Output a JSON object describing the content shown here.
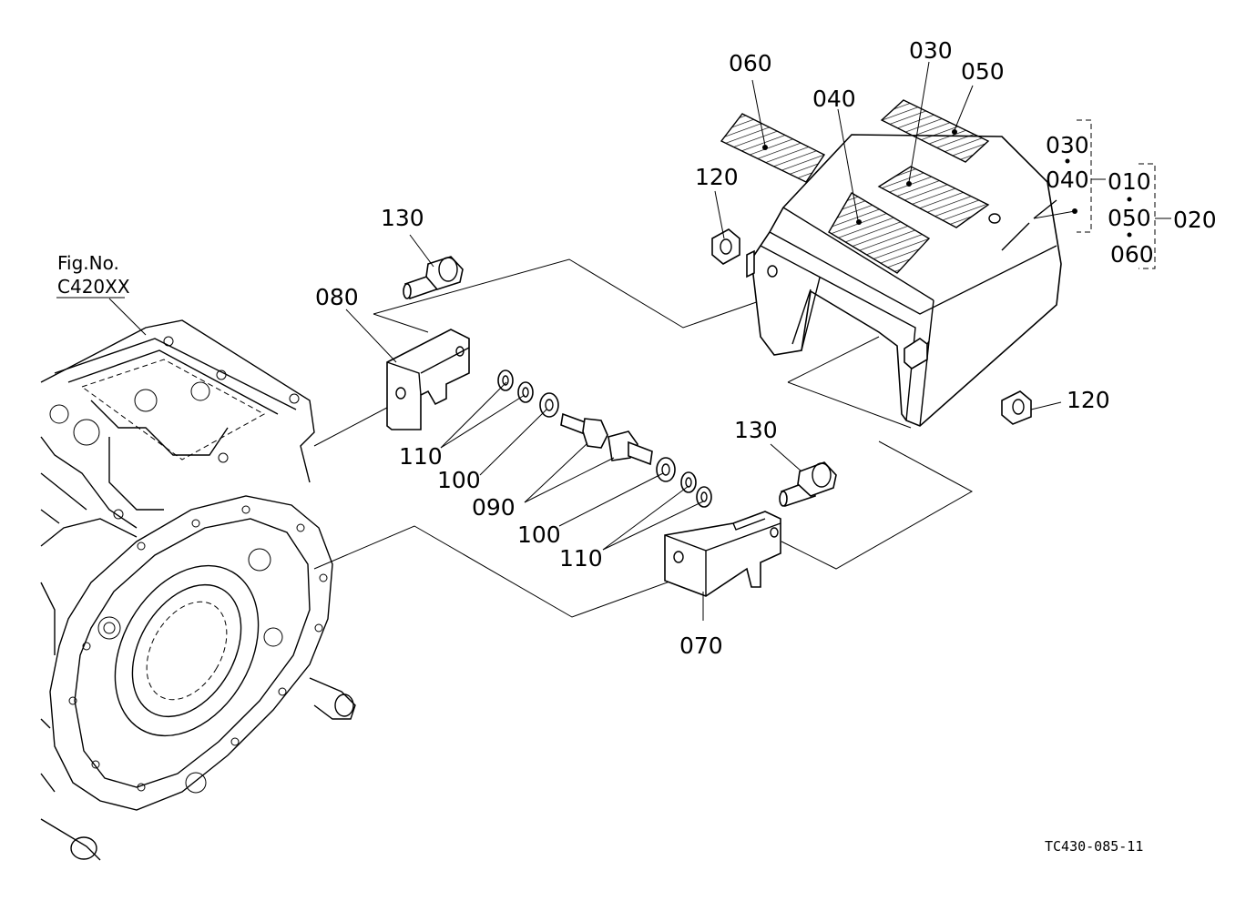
{
  "figure_ref": {
    "line1": "Fig.No.",
    "line2": "C420XX"
  },
  "drawing_code": "TC430-085-11",
  "labels": {
    "p010": "010",
    "p020": "020",
    "p030_top": "030",
    "p030_list": "030",
    "p040_top": "040",
    "p040_list": "040",
    "p050_top": "050",
    "p050_list": "050",
    "p060_top": "060",
    "p060_list": "060",
    "p070": "070",
    "p080": "080",
    "p090": "090",
    "p100_upper": "100",
    "p100_lower": "100",
    "p110_upper": "110",
    "p110_lower": "110",
    "p120_upper": "120",
    "p120_lower": "120",
    "p130_upper": "130",
    "p130_lower": "130"
  }
}
